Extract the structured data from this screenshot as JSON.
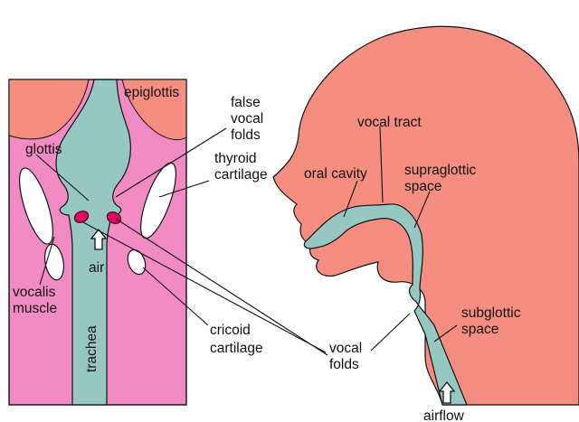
{
  "colors": {
    "flesh": "#F58D80",
    "pink": "#F28BC3",
    "airway": "#96C7C3",
    "fold": "#E8005E",
    "outline": "#111111",
    "cartilage": "#FFFFFF"
  },
  "icons": {
    "air_arrow": "up-arrow-icon",
    "airflow_arrow": "up-arrow-icon"
  },
  "labels": {
    "epiglottis": "epiglottis",
    "false_vocal_folds": [
      "false",
      "vocal",
      "folds"
    ],
    "glottis": "glottis",
    "thyroid_cartilage": [
      "thyroid",
      "cartilage"
    ],
    "air": "air",
    "vocalis_muscle": [
      "vocalis",
      "muscle"
    ],
    "trachea": "trachea",
    "cricoid_cartilage": [
      "cricoid",
      "cartilage"
    ],
    "vocal_folds": [
      "vocal",
      "folds"
    ],
    "vocal_tract": "vocal tract",
    "oral_cavity": "oral cavity",
    "supraglottic_space": [
      "supraglottic",
      "space"
    ],
    "subglottic_space": [
      "subglottic",
      "space"
    ],
    "airflow": "airflow"
  }
}
